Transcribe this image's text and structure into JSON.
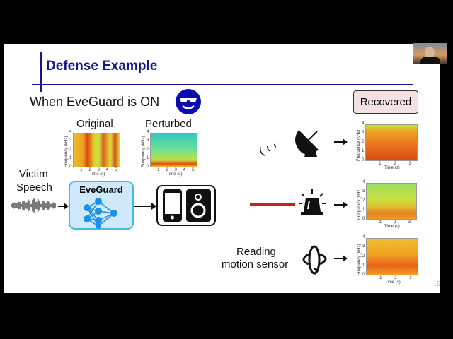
{
  "slide": {
    "title": "Defense Example",
    "subtitle": "When EveGuard is ON",
    "original_label": "Original",
    "perturbed_label": "Perturbed",
    "victim_label_1": "Victim",
    "victim_label_2": "Speech",
    "eveguard_label": "EveGuard",
    "recovered_label": "Recovered",
    "motion_label_1": "Reading",
    "motion_label_2": "motion sensor",
    "page_number": "16"
  },
  "spectrogram_axes": {
    "ylabel": "Frequency (kHz)",
    "xlabel": "Time (s)",
    "yticks": [
      "0",
      "1",
      "2",
      "3",
      "4"
    ],
    "xticks_5": [
      "1",
      "2",
      "3",
      "4",
      "5"
    ],
    "xticks_3": [
      "1",
      "2",
      "3"
    ]
  },
  "colors": {
    "title": "#16168a",
    "eveguard_fill": "#cde9fa",
    "eveguard_border": "#4ab8e0",
    "network": "#1e90e8",
    "recovered_fill": "#f4e1e1",
    "red_line": "#cc1f1f",
    "smiley": "#0b0bb0"
  },
  "icons": [
    "cool-smiley-icon",
    "waveform-icon",
    "neural-network-icon",
    "phone-icon",
    "speaker-icon",
    "satellite-dish-icon",
    "alarm-light-icon",
    "rotation-icon"
  ]
}
